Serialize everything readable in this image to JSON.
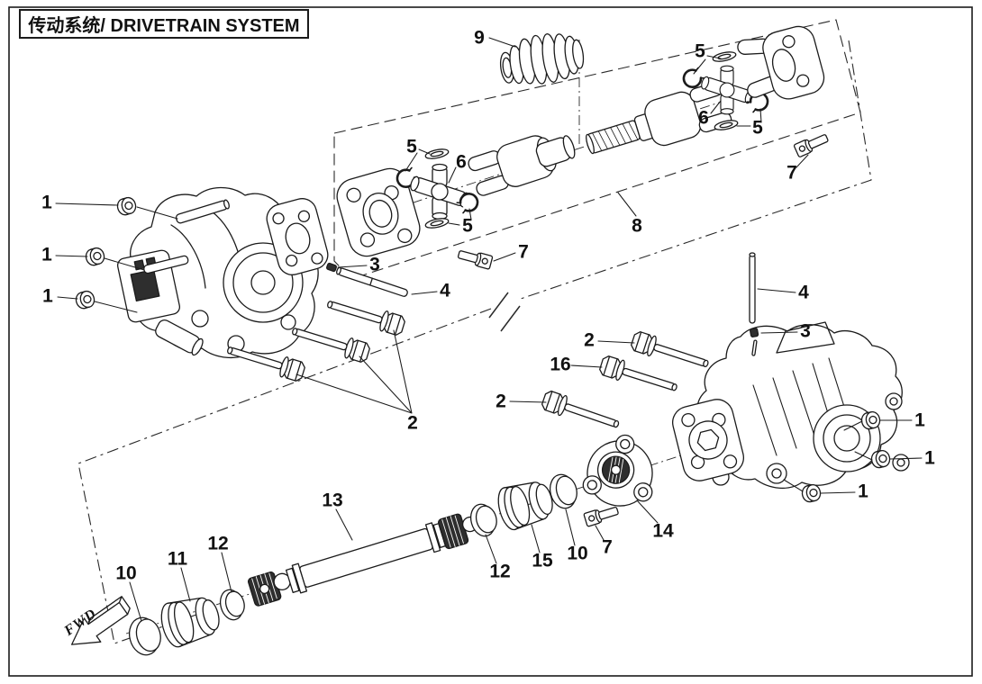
{
  "title": "传动系统/ DRIVETRAIN SYSTEM",
  "fwd_label": "FWD",
  "callouts": [
    {
      "label": "9"
    },
    {
      "label": "5"
    },
    {
      "label": "6"
    },
    {
      "label": "5"
    },
    {
      "label": "7"
    },
    {
      "label": "8"
    },
    {
      "label": "5"
    },
    {
      "label": "6"
    },
    {
      "label": "5"
    },
    {
      "label": "7"
    },
    {
      "label": "3"
    },
    {
      "label": "4"
    },
    {
      "label": "1"
    },
    {
      "label": "1"
    },
    {
      "label": "1"
    },
    {
      "label": "2"
    },
    {
      "label": "2"
    },
    {
      "label": "16"
    },
    {
      "label": "2"
    },
    {
      "label": "4"
    },
    {
      "label": "3"
    },
    {
      "label": "1"
    },
    {
      "label": "1"
    },
    {
      "label": "1"
    },
    {
      "label": "13"
    },
    {
      "label": "12"
    },
    {
      "label": "11"
    },
    {
      "label": "10"
    },
    {
      "label": "12"
    },
    {
      "label": "15"
    },
    {
      "label": "10"
    },
    {
      "label": "7"
    },
    {
      "label": "14"
    }
  ]
}
